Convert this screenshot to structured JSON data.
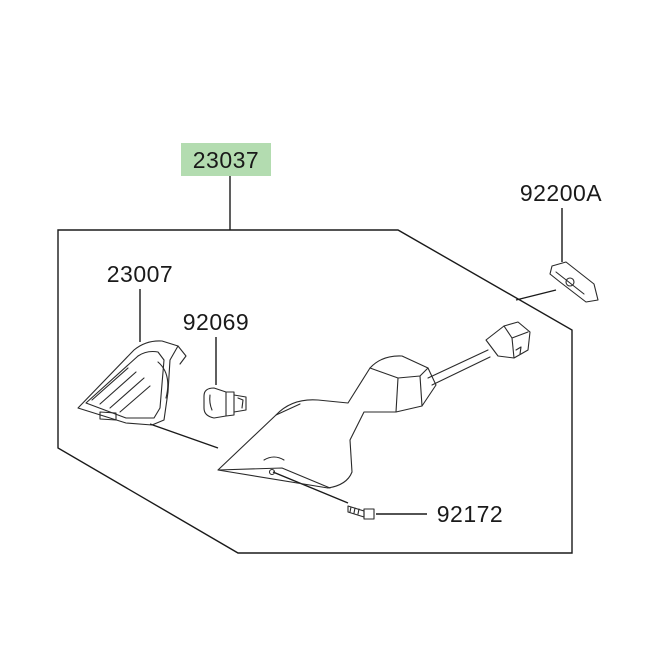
{
  "colors": {
    "highlight": "#b3dcb0",
    "line": "#1a1a1a"
  },
  "labels": {
    "assembly": "23037",
    "lens": "23007",
    "bulb": "92069",
    "bracket": "92200A",
    "screw": "92172"
  }
}
